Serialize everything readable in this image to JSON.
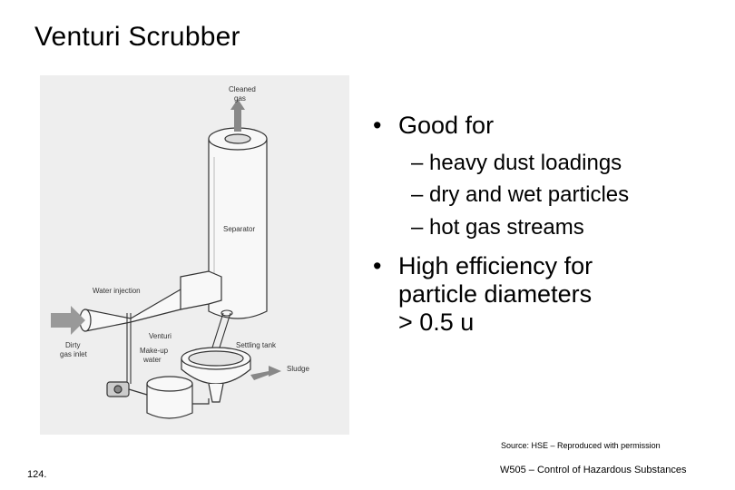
{
  "slide": {
    "title": "Venturi Scrubber",
    "bullets": [
      {
        "text": "Good for",
        "subitems": [
          "– heavy dust loadings",
          "– dry and wet particles",
          "– hot gas streams"
        ]
      },
      {
        "lines": [
          "High efficiency for",
          "particle diameters",
          "> 0.5 u"
        ]
      }
    ],
    "bullet_symbol": "•",
    "source_note": "Source: HSE – Reproduced with permission",
    "page_number": "124.",
    "footer": "W505 – Control of Hazardous Substances"
  },
  "diagram": {
    "labels": {
      "cleaned_gas": [
        "Cleaned",
        "gas"
      ],
      "separator": "Separator",
      "water_injection": "Water injection",
      "venturi": "Venturi",
      "dirty_gas_inlet": [
        "Dirty",
        "gas inlet"
      ],
      "make_up_water": [
        "Make-up",
        "water"
      ],
      "settling_tank": "Settling tank",
      "sludge": "Sludge"
    },
    "colors": {
      "background": "#eeeeee",
      "line": "#333333",
      "fill": "#f8f8f8",
      "arrow": "#888888"
    }
  }
}
